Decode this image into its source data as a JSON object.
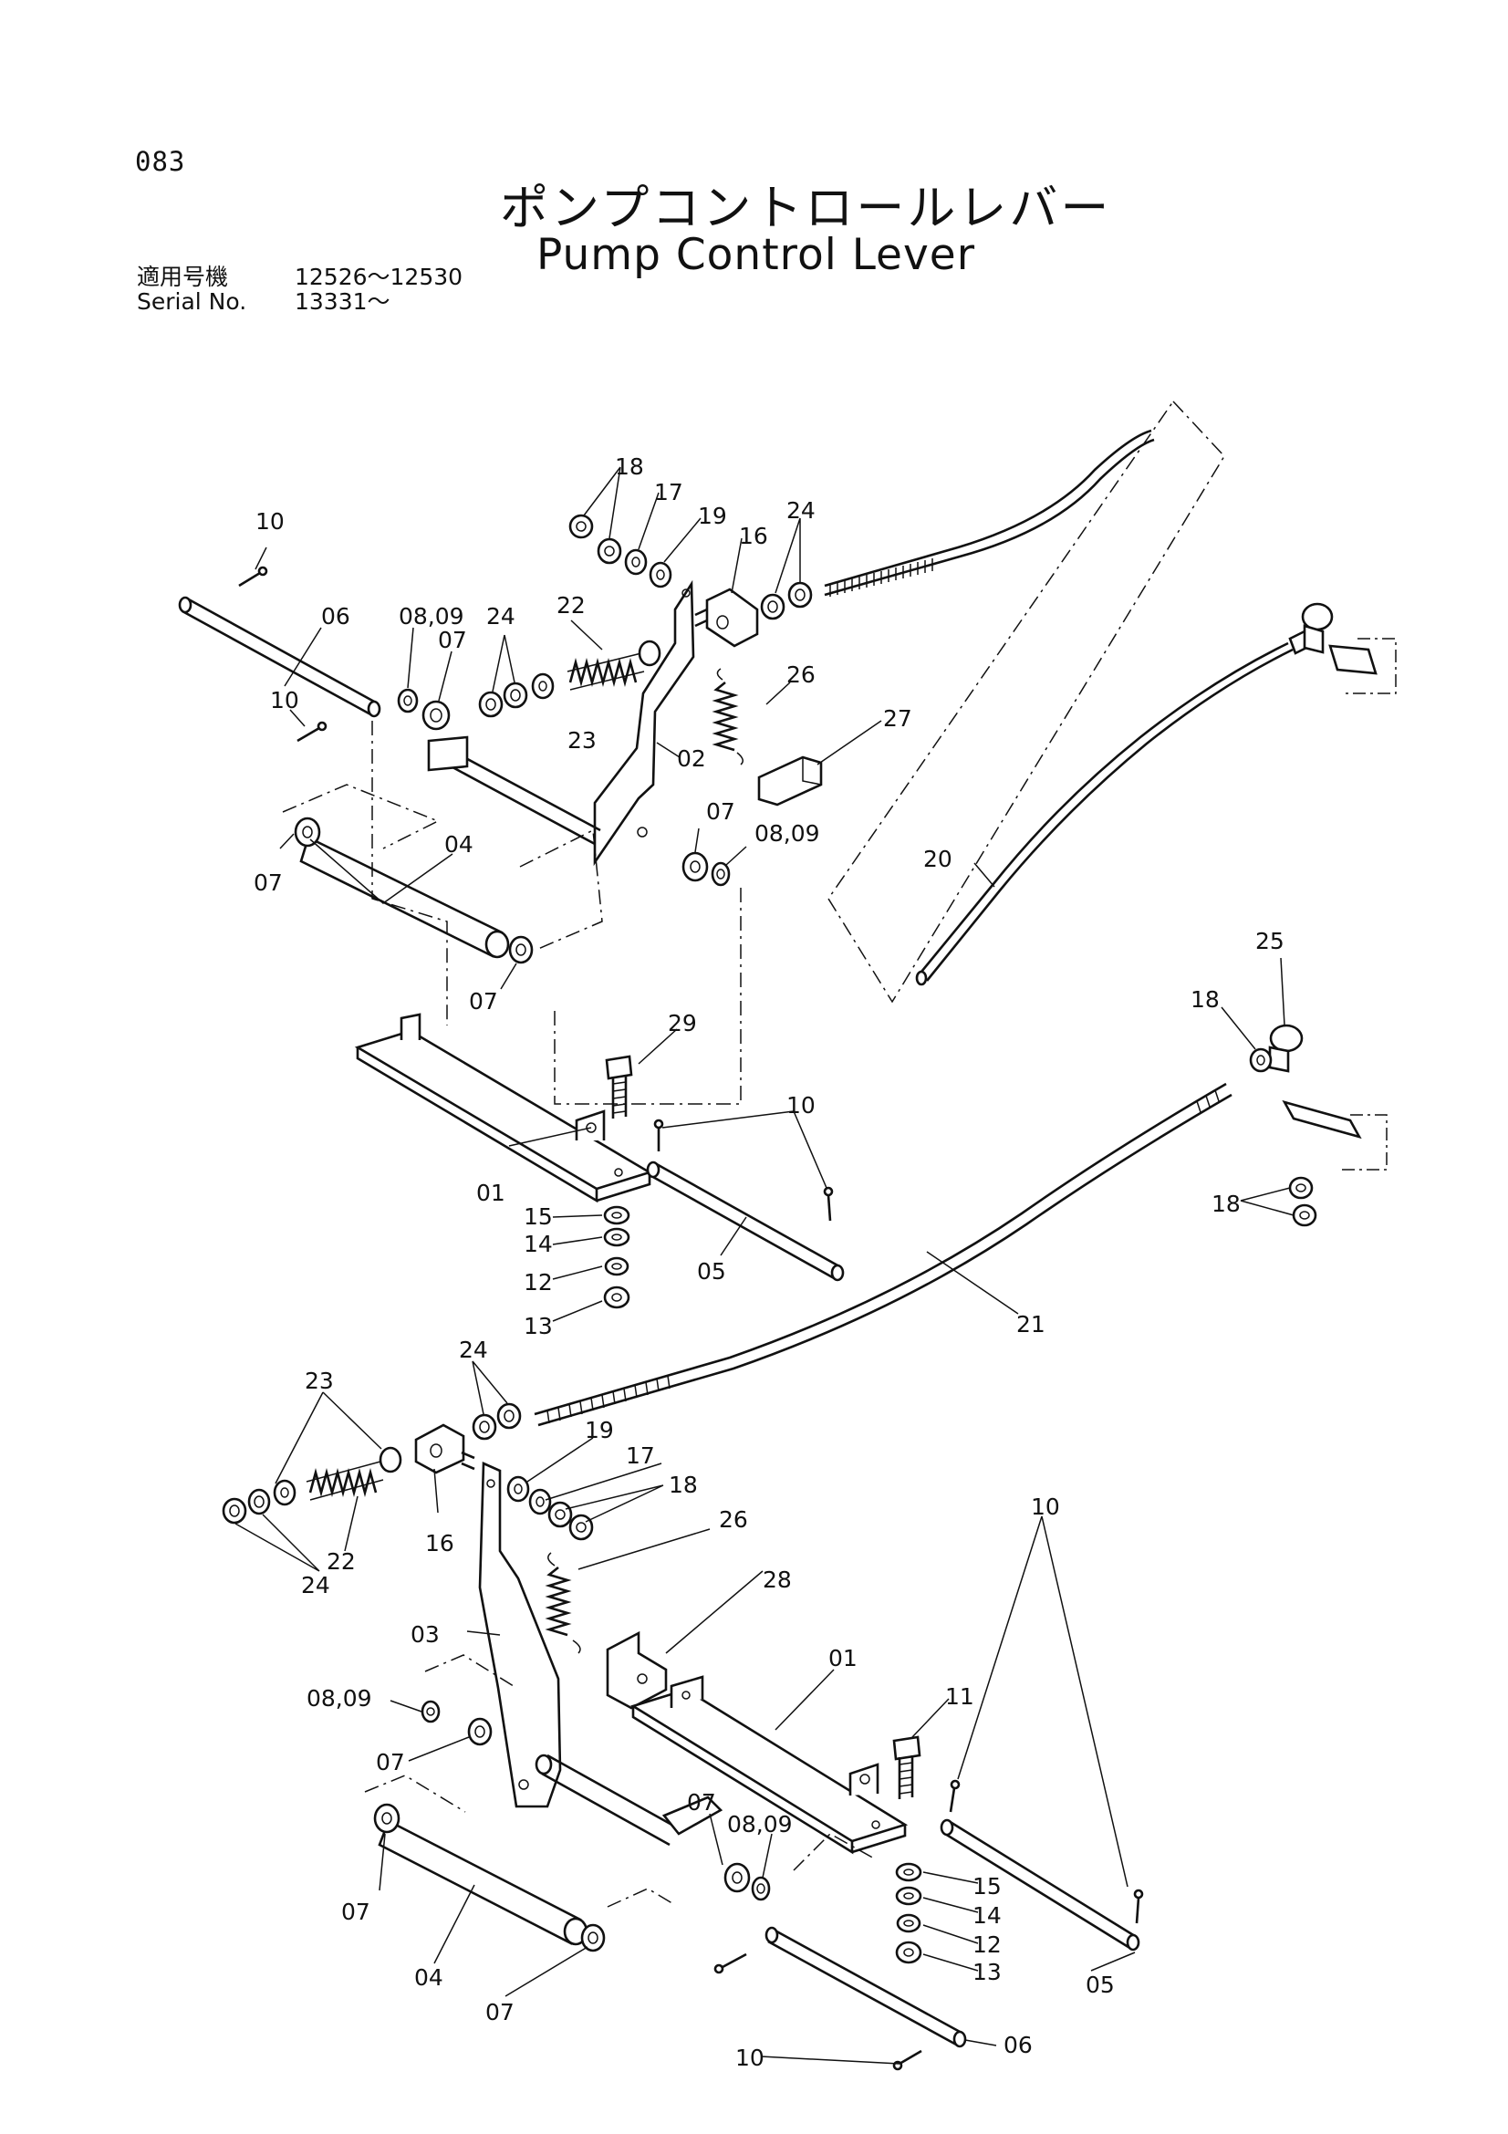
{
  "header": {
    "page_number": "083",
    "title_jp": "ポンプコントロールレバー",
    "title_en": "Pump Control Lever",
    "serial": [
      {
        "label": "適用号機",
        "value": "12526～12530"
      },
      {
        "label": "Serial No.",
        "value": "13331～"
      }
    ]
  },
  "callouts": {
    "c_10a": "10",
    "c_06a": "06",
    "c_10b": "10",
    "c_0809a": "08,09",
    "c_07a": "07",
    "c_24a": "24",
    "c_22a": "22",
    "c_23a": "23",
    "c_18a": "18",
    "c_17a": "17",
    "c_19a": "19",
    "c_16a": "16",
    "c_24b": "24",
    "c_26a": "26",
    "c_27": "27",
    "c_02": "02",
    "c_07b": "07",
    "c_0809b": "08,09",
    "c_07c": "07",
    "c_04a": "04",
    "c_07d": "07",
    "c_20": "20",
    "c_25": "25",
    "c_18b": "18",
    "c_18c": "18",
    "c_29": "29",
    "c_10c": "10",
    "c_01a": "01",
    "c_15a": "15",
    "c_14a": "14",
    "c_12a": "12",
    "c_13a": "13",
    "c_05a": "05",
    "c_21": "21",
    "c_24c": "24",
    "c_23b": "23",
    "c_22b": "22",
    "c_24d": "24",
    "c_16b": "16",
    "c_19b": "19",
    "c_17b": "17",
    "c_18d": "18",
    "c_26b": "26",
    "c_28": "28",
    "c_03": "03",
    "c_0809c": "08,09",
    "c_07e": "07",
    "c_01b": "01",
    "c_11": "11",
    "c_10d": "10",
    "c_07f": "07",
    "c_0809d": "08,09",
    "c_15b": "15",
    "c_14b": "14",
    "c_12b": "12",
    "c_13b": "13",
    "c_07g": "07",
    "c_04b": "04",
    "c_05b": "05",
    "c_07h": "07",
    "c_10e": "10",
    "c_06b": "06"
  }
}
